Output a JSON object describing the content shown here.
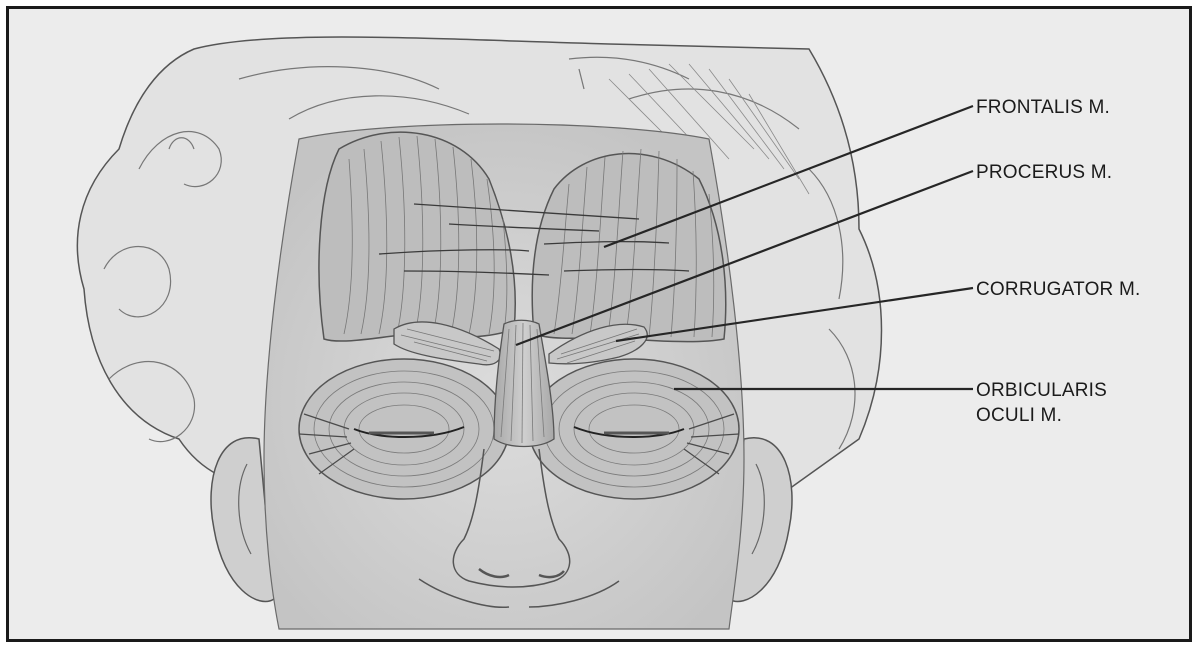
{
  "labels": {
    "frontalis": "FRONTALIS M.",
    "procerus": "PROCERUS M.",
    "corrugator": "CORRUGATOR M.",
    "orbicularis_line1": "ORBICULARIS",
    "orbicularis_line2": "OCULI M."
  },
  "colors": {
    "background": "#ececec",
    "hair": "#e2e2e2",
    "skin": "#d3d3d3",
    "muscle": "#bdbdbd",
    "line": "#262626"
  }
}
